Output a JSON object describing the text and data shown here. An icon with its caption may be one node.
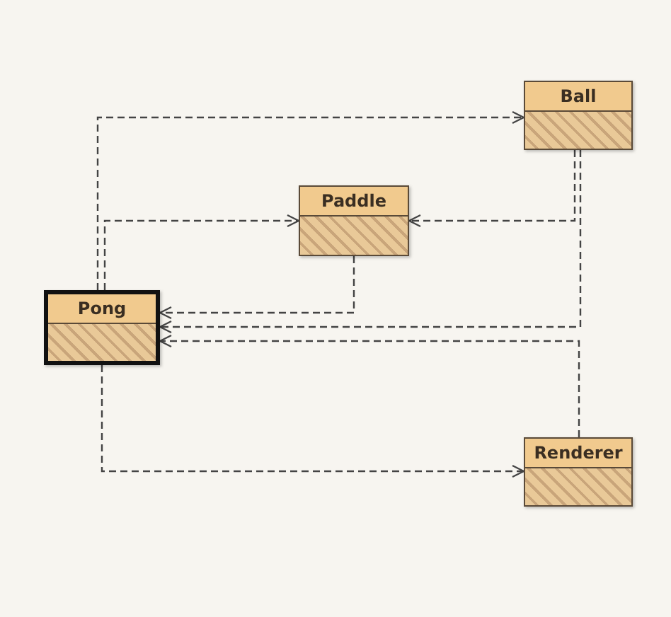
{
  "diagram": {
    "nodes": [
      {
        "text": [
          "Ball"
        ]
      },
      {
        "text": [
          "Paddle"
        ]
      },
      {
        "text": [
          "Pong"
        ]
      },
      {
        "text": [
          "Renderer"
        ]
      }
    ],
    "edges": [
      {
        "from": 2,
        "to": 0,
        "arrow": "to",
        "style": "dashed"
      },
      {
        "from": 2,
        "to": 1,
        "arrow": "to",
        "style": "dashed"
      },
      {
        "from": 0,
        "to": 1,
        "arrow": "to",
        "style": "dashed"
      },
      {
        "from": 1,
        "to": 2,
        "arrow": "to",
        "style": "dashed"
      },
      {
        "from": 0,
        "to": 2,
        "arrow": "to",
        "style": "dashed"
      },
      {
        "from": 3,
        "to": 2,
        "arrow": "to",
        "style": "dashed"
      },
      {
        "from": 2,
        "to": 3,
        "arrow": "to",
        "style": "dashed"
      }
    ]
  }
}
